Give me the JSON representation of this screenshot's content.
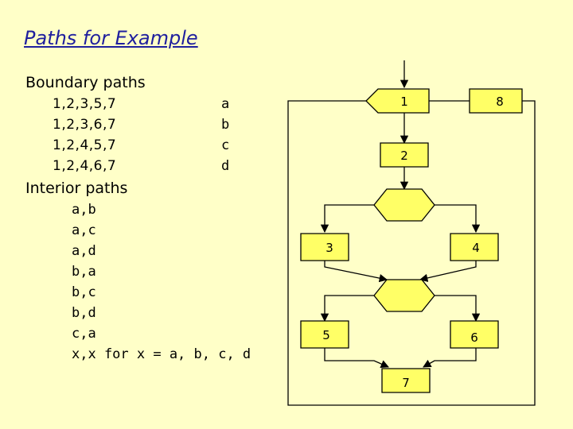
{
  "title": "Paths for Example",
  "boundary": {
    "heading": "Boundary paths",
    "paths": [
      {
        "path": "1,2,3,5,7",
        "label": "a"
      },
      {
        "path": "1,2,3,6,7",
        "label": "b"
      },
      {
        "path": "1,2,4,5,7",
        "label": "c"
      },
      {
        "path": "1,2,4,6,7",
        "label": "d"
      }
    ]
  },
  "interior": {
    "heading": "Interior paths",
    "items": [
      "a,b",
      "a,c",
      "a,d",
      "b,a",
      "b,c",
      "b,d",
      "c,a",
      "x,x for x = a, b, c, d"
    ]
  },
  "nodes": {
    "n1": "1",
    "n8": "8",
    "n2": "2",
    "n3": "3",
    "n4": "4",
    "n5": "5",
    "n6": "6",
    "n7": "7"
  },
  "colors": {
    "node_fill": "#ffff66",
    "background": "#ffffc8",
    "title": "#1f1f9e"
  }
}
